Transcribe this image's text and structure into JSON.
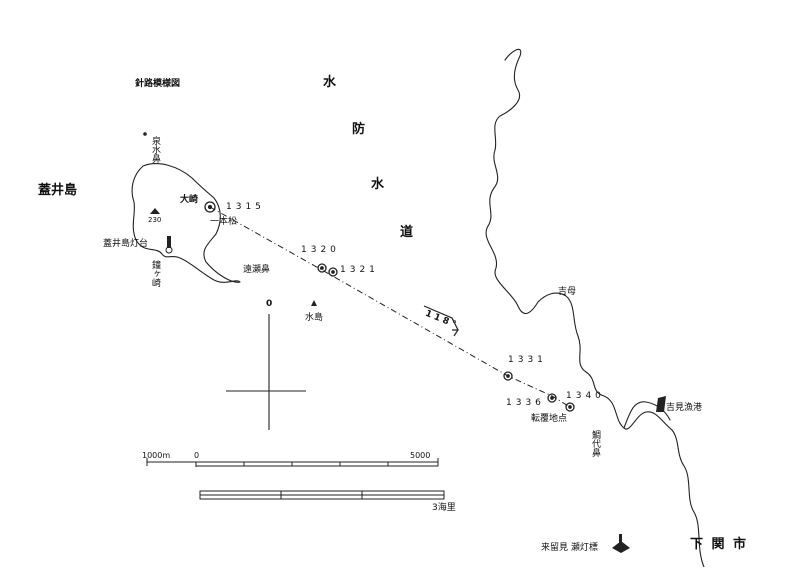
{
  "map": {
    "title": "針路模様図",
    "island_name": "蓋井島",
    "channel_chars": [
      "水",
      "防",
      "水",
      "道"
    ],
    "labels": {
      "freshwater_point": "泉水鼻",
      "osaki": "大崎",
      "ippon_matsu": "一本松",
      "lighthouse": "蓋井島灯台",
      "cape_se": "遠瀬鼻",
      "cape_sw": "鐘ヶ崎",
      "height": "230",
      "mizushima": "水島",
      "yoshimo": "吉母",
      "yoshimi_port": "吉見漁港",
      "capsize": "転覆地点",
      "cape_e": "鯛代鼻",
      "kurumi_light": "来留見 瀬灯標",
      "city": "下 関 市"
    },
    "times": {
      "t1315": "1315",
      "t1320": "1320",
      "t1321": "1321",
      "t1331": "1331",
      "t1336": "1336",
      "t1340": "1340"
    },
    "course": "118°",
    "north": "0",
    "scale": {
      "m_left": "1000m",
      "m_zero": "0",
      "m_right": "5000",
      "nm": "3海里"
    }
  }
}
